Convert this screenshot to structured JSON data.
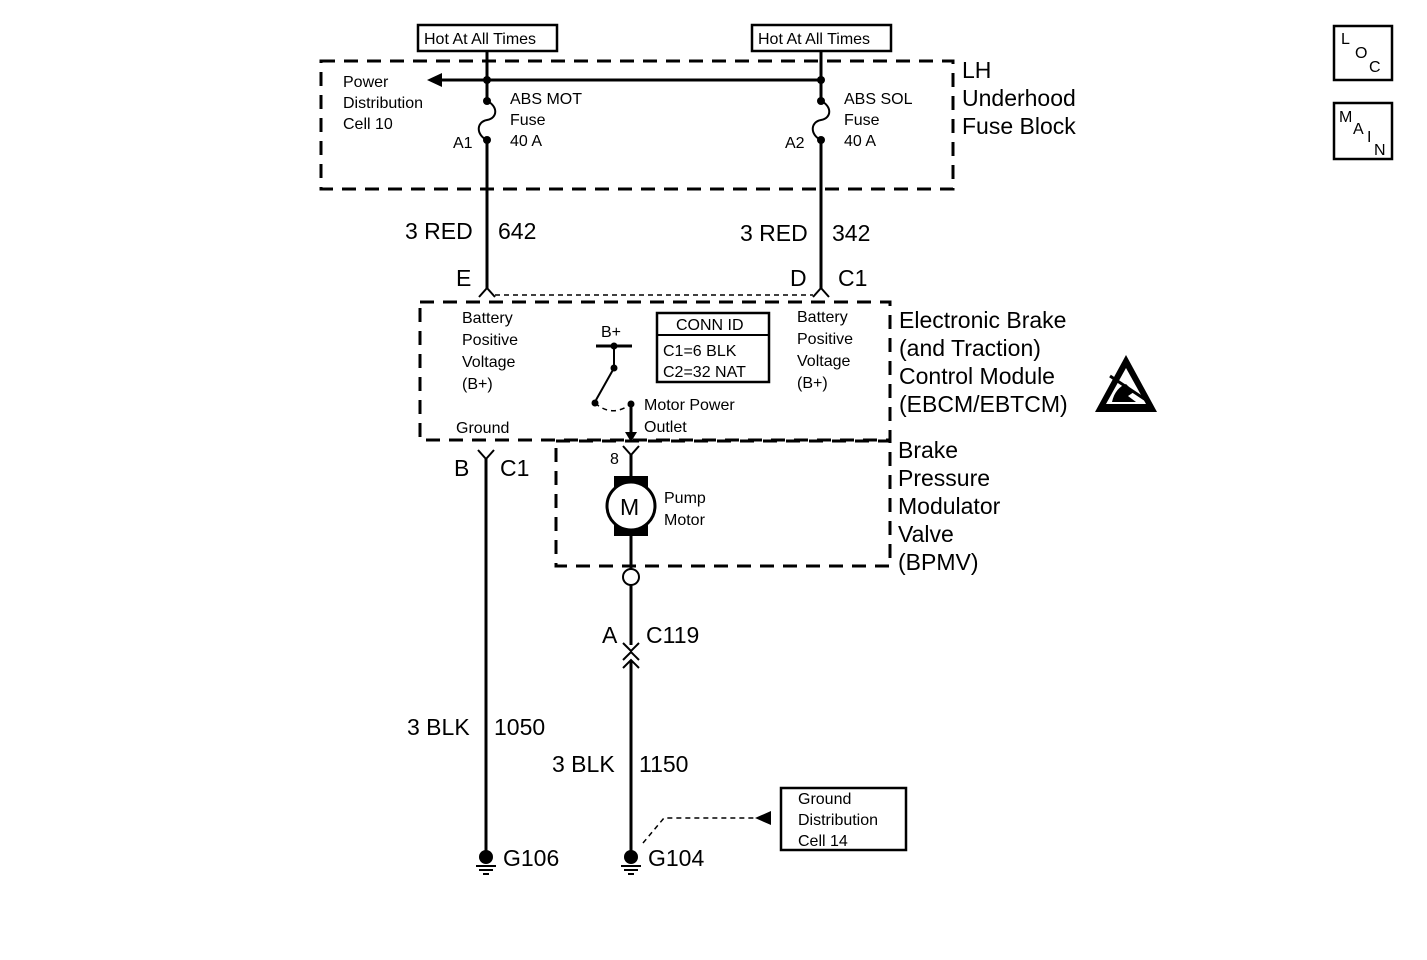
{
  "hot_labels": [
    "Hot At All Times",
    "Hot At All Times"
  ],
  "nav": {
    "loc": [
      "L",
      "O",
      "C"
    ],
    "main": [
      "M",
      "A",
      "I",
      "N"
    ]
  },
  "fuse_block": {
    "title": [
      "LH",
      "Underhood",
      "Fuse Block"
    ],
    "power_dist": [
      "Power",
      "Distribution",
      "Cell 10"
    ],
    "fuse1": {
      "lines": [
        "ABS MOT",
        "Fuse",
        "40 A"
      ],
      "terminal": "A1"
    },
    "fuse2": {
      "lines": [
        "ABS SOL",
        "Fuse",
        "40 A"
      ],
      "terminal": "A2"
    }
  },
  "wires": {
    "left_top": {
      "gauge": "3 RED",
      "circuit": "642"
    },
    "right_top": {
      "gauge": "3 RED",
      "circuit": "342"
    },
    "left_bottom": {
      "gauge": "3 BLK",
      "circuit": "1050"
    },
    "center_bottom": {
      "gauge": "3 BLK",
      "circuit": "1150"
    }
  },
  "connectors": {
    "e_pin": "E",
    "d_pin": "D",
    "c1_top": "C1",
    "b_pin": "B",
    "c1_bottom": "C1",
    "a_pin": "A",
    "c119": "C119",
    "pin8": "8"
  },
  "ebcm": {
    "title": [
      "Electronic Brake",
      "(and Traction)",
      "Control Module",
      "(EBCM/EBTCM)"
    ],
    "bat_left": [
      "Battery",
      "Positive",
      "Voltage",
      "(B+)"
    ],
    "bat_right": [
      "Battery",
      "Positive",
      "Voltage",
      "(B+)"
    ],
    "ground": "Ground",
    "bplus": "B+",
    "motor_outlet": [
      "Motor Power",
      "Outlet"
    ],
    "conn_id": {
      "title": "CONN ID",
      "lines": [
        "C1=6 BLK",
        "C2=32 NAT"
      ]
    }
  },
  "bpmv": {
    "title": [
      "Brake",
      "Pressure",
      "Modulator",
      "Valve",
      "(BPMV)"
    ],
    "motor_symbol": "M",
    "motor_label": [
      "Pump",
      "Motor"
    ]
  },
  "grounds": {
    "g106": "G106",
    "g104": "G104"
  },
  "ground_dist": [
    "Ground",
    "Distribution",
    "Cell 14"
  ],
  "esd_icon": "esd-sensitive-icon"
}
